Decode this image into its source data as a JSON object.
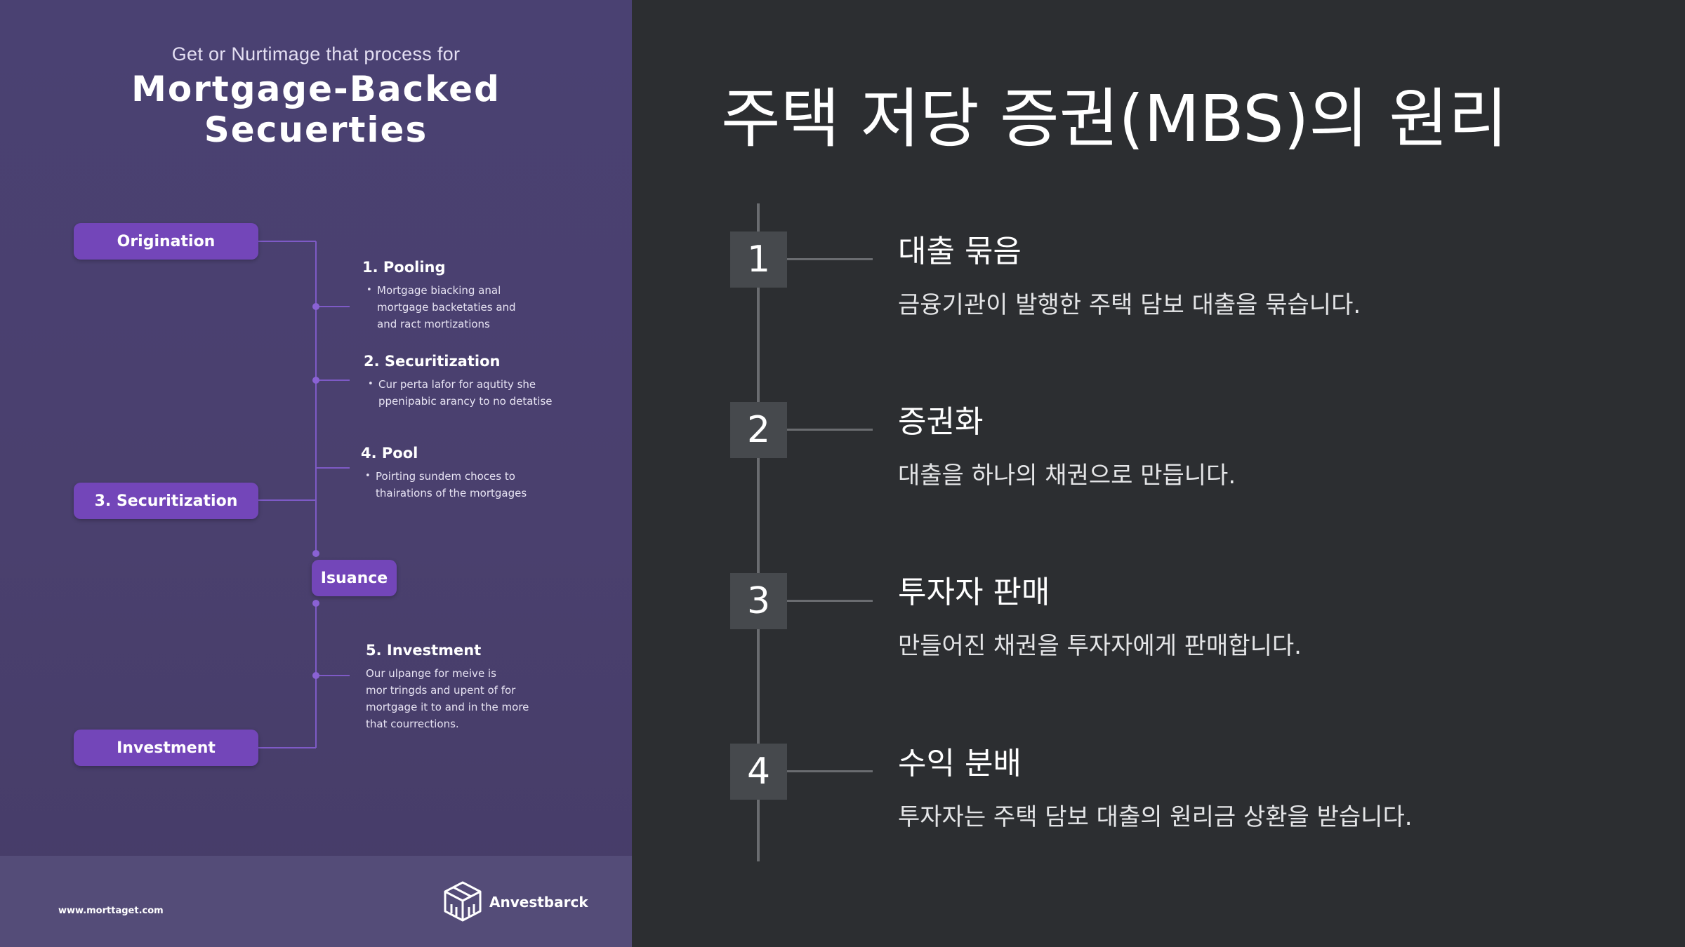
{
  "left_panel": {
    "pre_title": "Get or Nurtimage that process for",
    "title_line1": "Mortgage-Backed",
    "title_line2": "Secuerties",
    "pills": {
      "origination": "Origination",
      "securitization": "3. Securitization",
      "isuance": "Isuance",
      "investment": "Investment"
    },
    "steps": [
      {
        "title": "1. Pooling",
        "lines": [
          "Mortgage biacking anal",
          "mortgage backetaties and",
          "and ract mortizations"
        ]
      },
      {
        "title": "2. Securitization",
        "lines": [
          "Cur perta lafor for aqutity she",
          "ppenipabic arancy to no detatise"
        ]
      },
      {
        "title": "4. Pool",
        "lines": [
          "Poirting sundem choces to",
          "thairations of the mortgages"
        ]
      },
      {
        "title": "5. Investment",
        "lines": [
          "Our ulpange for meive is",
          "mor tringds and upent of for",
          "mortgage it to and in the more",
          "that courrections."
        ]
      }
    ],
    "footer": {
      "url": "www.morttaget.com",
      "brand": "Anvestbarck",
      "brand_icon": "cube-logo-icon"
    },
    "colors": {
      "panel_bg": "#4a4172",
      "pill": "#7346b9",
      "connector": "#7e5ac6",
      "footer_band": "#544c78"
    }
  },
  "right_panel": {
    "title": "주택 저당 증권(MBS)의 원리",
    "steps": [
      {
        "num": "1",
        "heading": "대출 묶음",
        "desc": "금융기관이 발행한 주택 담보 대출을 묶습니다."
      },
      {
        "num": "2",
        "heading": "증권화",
        "desc": "대출을 하나의 채권으로 만듭니다."
      },
      {
        "num": "3",
        "heading": "투자자 판매",
        "desc": "만들어진 채권을 투자자에게 판매합니다."
      },
      {
        "num": "4",
        "heading": "수익 분배",
        "desc": "투자자는 주택 담보 대출의 원리금 상환을 받습니다."
      }
    ],
    "colors": {
      "bg": "#2c2e31",
      "num_box": "#46494d",
      "timeline": "#6a6c70"
    }
  }
}
